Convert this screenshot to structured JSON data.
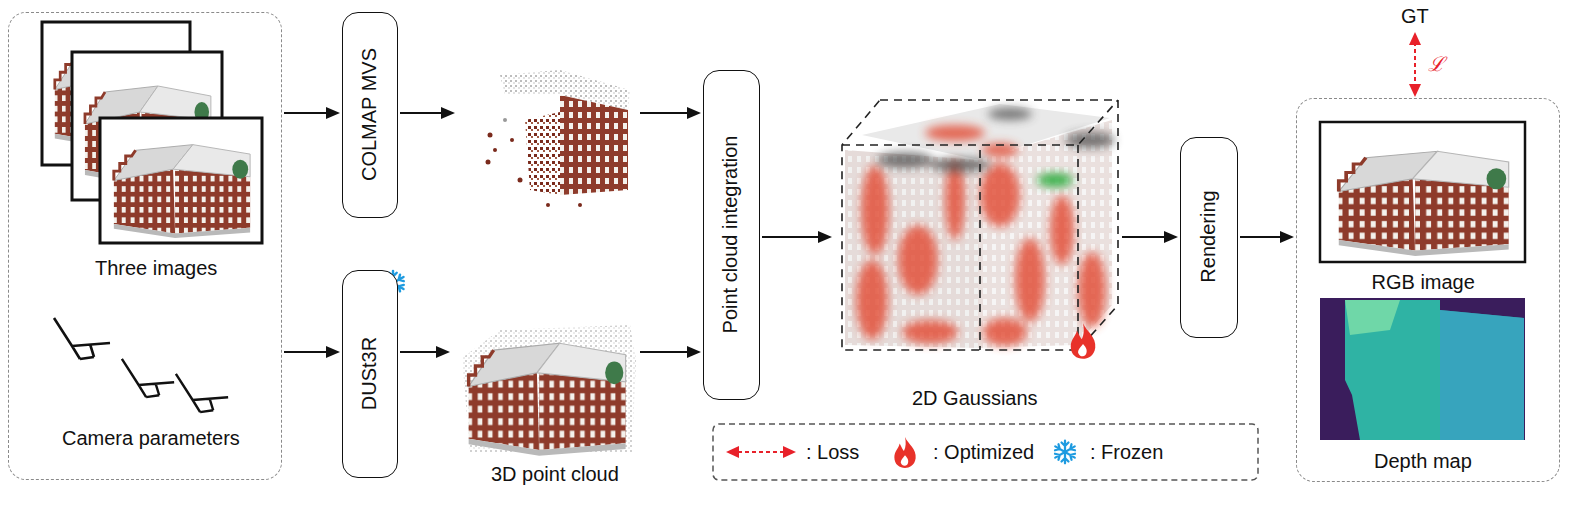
{
  "diagram": {
    "nodes": [
      {
        "text": [
          "Three images",
          "Camera parameters"
        ]
      },
      {
        "text": [
          "COLMAP MVS"
        ]
      },
      {
        "text": [
          "DUSt3R"
        ]
      },
      {
        "text": [
          "Point cloud integration"
        ]
      },
      {
        "text": [
          "Rendering"
        ]
      },
      {
        "text": [
          "RGB image",
          "Depth map"
        ]
      }
    ],
    "edges": [
      {
        "from": 0,
        "to": 1,
        "arrow": "to"
      },
      {
        "from": 0,
        "to": 2,
        "arrow": "to"
      },
      {
        "from": 1,
        "to": 3,
        "arrow": "to"
      },
      {
        "from": 2,
        "to": 3,
        "arrow": "to"
      },
      {
        "from": 3,
        "to": 4,
        "arrow": "to"
      },
      {
        "from": 4,
        "to": 5,
        "arrow": "to"
      }
    ],
    "labels": [
      "GT",
      "ℒ",
      "3D point cloud",
      "2D Gaussians"
    ],
    "legend": [
      {
        "text": ": Loss"
      },
      {
        "text": ": Optimized"
      },
      {
        "text": ": Frozen"
      }
    ]
  }
}
